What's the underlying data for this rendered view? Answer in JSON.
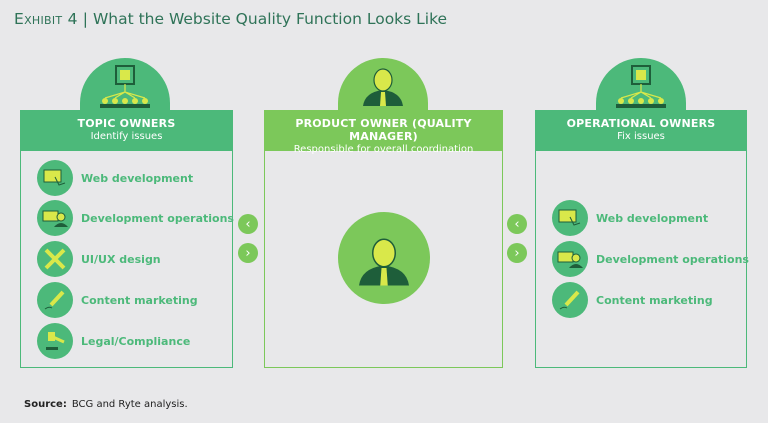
{
  "title": {
    "exhibit": "Exhibit 4",
    "separator": "|",
    "text": "What the Website Quality Function Looks Like"
  },
  "topic_owners": {
    "title": "TOPIC OWNERS",
    "subtitle": "Identify issues",
    "items": [
      {
        "label": "Web development",
        "icon": "touchscreen-icon"
      },
      {
        "label": "Development operations",
        "icon": "developer-icon"
      },
      {
        "label": "UI/UX design",
        "icon": "pencil-ruler-icon"
      },
      {
        "label": "Content marketing",
        "icon": "pen-icon"
      },
      {
        "label": "Legal/Compliance",
        "icon": "gavel-icon"
      }
    ]
  },
  "product_owner": {
    "title": "PRODUCT OWNER (QUALITY MANAGER)",
    "subtitle": "Responsible for overall coordination"
  },
  "operational_owners": {
    "title": "OPERATIONAL OWNERS",
    "subtitle": "Fix issues",
    "items": [
      {
        "label": "Web development",
        "icon": "touchscreen-icon"
      },
      {
        "label": "Development operations",
        "icon": "developer-icon"
      },
      {
        "label": "Content marketing",
        "icon": "pen-icon"
      }
    ]
  },
  "source": {
    "label": "Source:",
    "text": "BCG and Ryte analysis."
  },
  "colors": {
    "topic": "#4cb97a",
    "product": "#7cc85a",
    "title": "#2f7358"
  }
}
